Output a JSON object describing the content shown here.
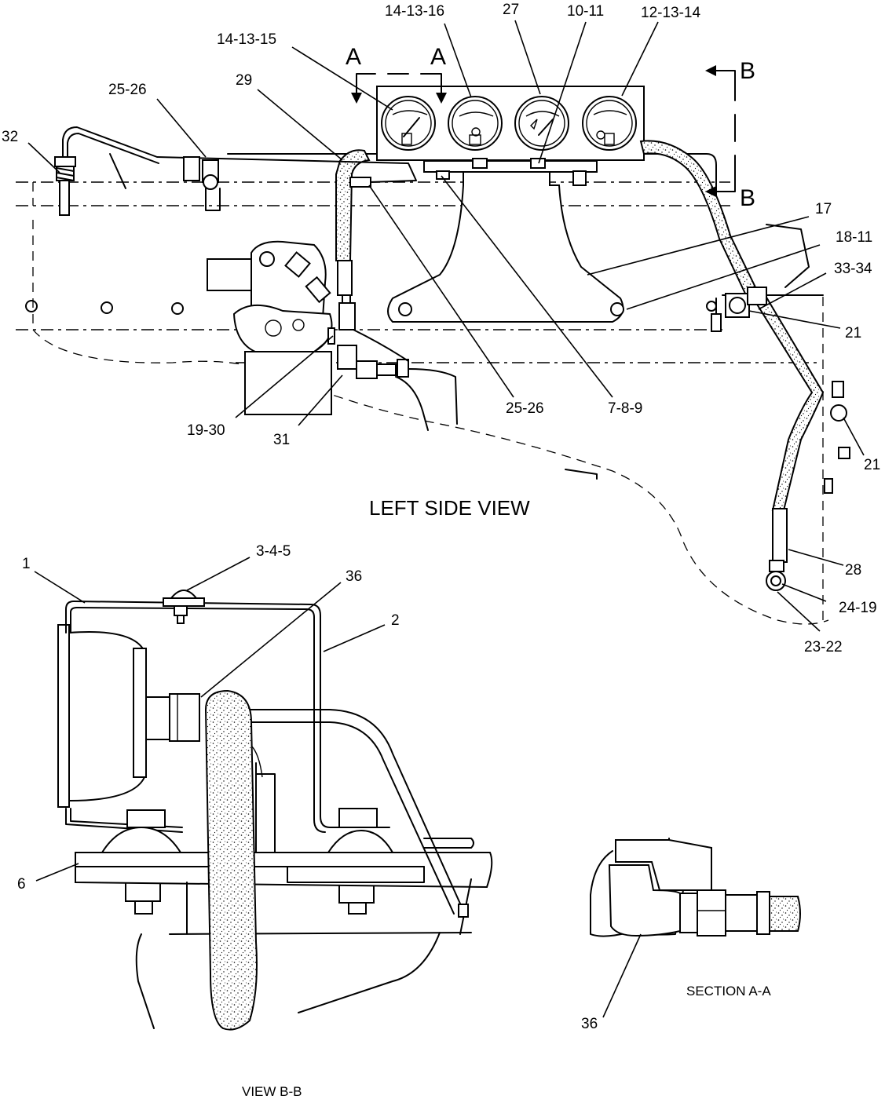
{
  "views": {
    "left_side": "LEFT SIDE VIEW",
    "view_bb": "VIEW B-B",
    "section_aa": "SECTION A-A"
  },
  "section_markers": {
    "a1": "A",
    "a2": "A",
    "b1": "B",
    "b2": "B"
  },
  "callouts": {
    "c_14_13_16": "14-13-16",
    "c_27": "27",
    "c_10_11": "10-11",
    "c_12_13_14": "12-13-14",
    "c_14_13_15": "14-13-15",
    "c_29": "29",
    "c_25_26_top": "25-26",
    "c_32": "32",
    "c_17": "17",
    "c_18_11": "18-11",
    "c_33_34": "33-34",
    "c_21_upper": "21",
    "c_21_lower": "21",
    "c_25_26_mid": "25-26",
    "c_7_8_9": "7-8-9",
    "c_19_30": "19-30",
    "c_31": "31",
    "c_28": "28",
    "c_24_19": "24-19",
    "c_23_22": "23-22",
    "c_1": "1",
    "c_3_4_5": "3-4-5",
    "c_36_bb": "36",
    "c_2": "2",
    "c_6": "6",
    "c_36_aa": "36"
  }
}
